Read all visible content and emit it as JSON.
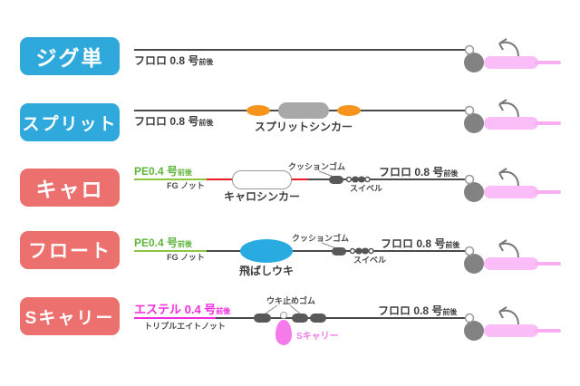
{
  "diagram": "アジング仕掛け図 (light-game rig diagram)",
  "colors": {
    "blue_button": "#2FA9DB",
    "red_button": "#EC706E",
    "main_line_dark": "#4A4A4A",
    "pe_line_green": "#8CC63F",
    "pe_text_green": "#5EB53C",
    "ester_magenta": "#F32BDF",
    "caro_red_line": "#EC1C24",
    "orange_bead": "#F7941D",
    "split_sinker_gray": "#A8A8A8",
    "float_blue": "#29ABE2",
    "worm_pink": "#FABDF7",
    "scarry_pink": "#F57AEA",
    "hardware_dark": "#595959",
    "jighead_gray": "#828282"
  },
  "icons": {
    "jighead": "jighead-worm-icon",
    "swivel": "swivel-icon",
    "cushion": "cushion-rubber-bead",
    "stopper": "float-stopper-bead",
    "teardrop": "s-carry-float-icon"
  },
  "rows": [
    {
      "button": "ジグ単",
      "line1": {
        "text": "フロロ 0.8 号",
        "suffix": "前後"
      }
    },
    {
      "button": "スプリット",
      "line1": {
        "text": "フロロ 0.8 号",
        "suffix": "前後"
      },
      "sinker": "スプリットシンカー"
    },
    {
      "button": "キャロ",
      "line1": {
        "text": "PE0.4 号",
        "suffix": "前後"
      },
      "knot": "FG ノット",
      "sinker": "キャロシンカー",
      "cushion": "クッションゴム",
      "swivel": "スイベル",
      "leader": {
        "text": "フロロ 0.8 号",
        "suffix": "前後"
      }
    },
    {
      "button": "フロート",
      "line1": {
        "text": "PE0.4 号",
        "suffix": "前後"
      },
      "knot": "FG ノット",
      "float_label": "飛ばしウキ",
      "cushion": "クッションゴム",
      "swivel": "スイベル",
      "leader": {
        "text": "フロロ 0.8 号",
        "suffix": "前後"
      }
    },
    {
      "button": "Sキャリー",
      "line1": {
        "text": "エステル 0.4 号",
        "suffix": "前後"
      },
      "knot": "トリプルエイトノット",
      "stopper": "ウキ止めゴム",
      "scarry": "Sキャリー",
      "leader": {
        "text": "フロロ 0.8 号",
        "suffix": "前後"
      }
    }
  ]
}
